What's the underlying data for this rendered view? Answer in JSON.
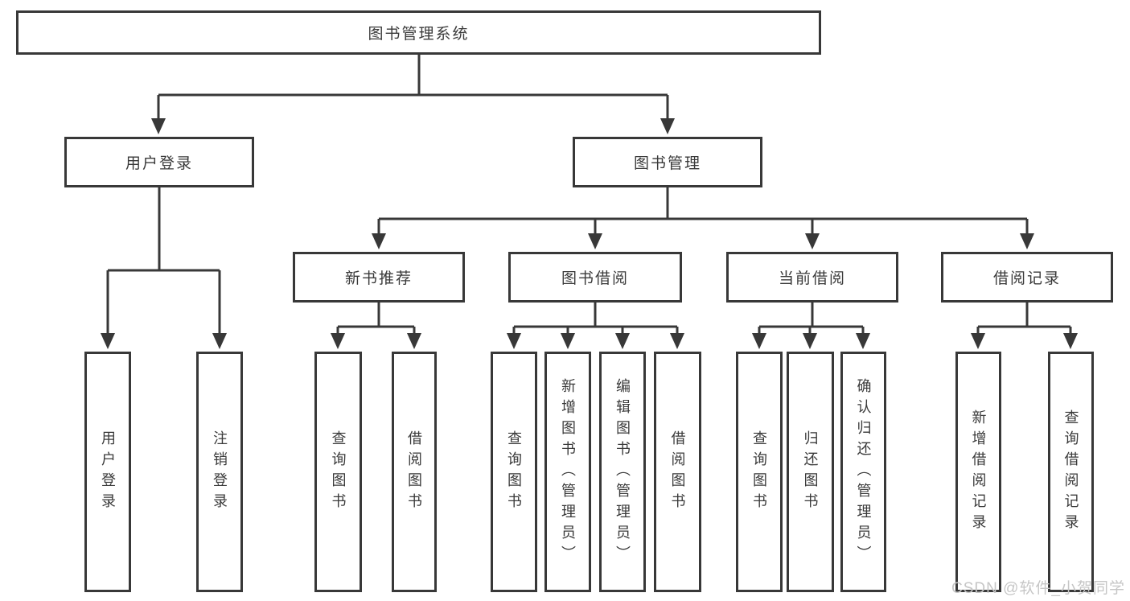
{
  "root": {
    "label": "图书管理系统"
  },
  "branches": {
    "userLogin": {
      "label": "用户登录",
      "leaves": [
        "用户登录",
        "注销登录"
      ]
    },
    "bookManagement": {
      "label": "图书管理",
      "sections": {
        "newBooks": {
          "label": "新书推荐",
          "leaves": [
            "查询图书",
            "借阅图书"
          ]
        },
        "borrow": {
          "label": "图书借阅",
          "leaves": [
            "查询图书",
            "新增图书（管理员）",
            "编辑图书（管理员）",
            "借阅图书"
          ]
        },
        "current": {
          "label": "当前借阅",
          "leaves": [
            "查询图书",
            "归还图书",
            "确认归还（管理员）"
          ]
        },
        "records": {
          "label": "借阅记录",
          "leaves": [
            "新增借阅记录",
            "查询借阅记录"
          ]
        }
      }
    }
  },
  "watermark": "CSDN @软件_小贺同学",
  "colors": {
    "line": "#383838",
    "text": "#3a3a3a",
    "watermark": "#c6c6c6",
    "box_bg": "#ffffff",
    "background": "#ffffff"
  }
}
